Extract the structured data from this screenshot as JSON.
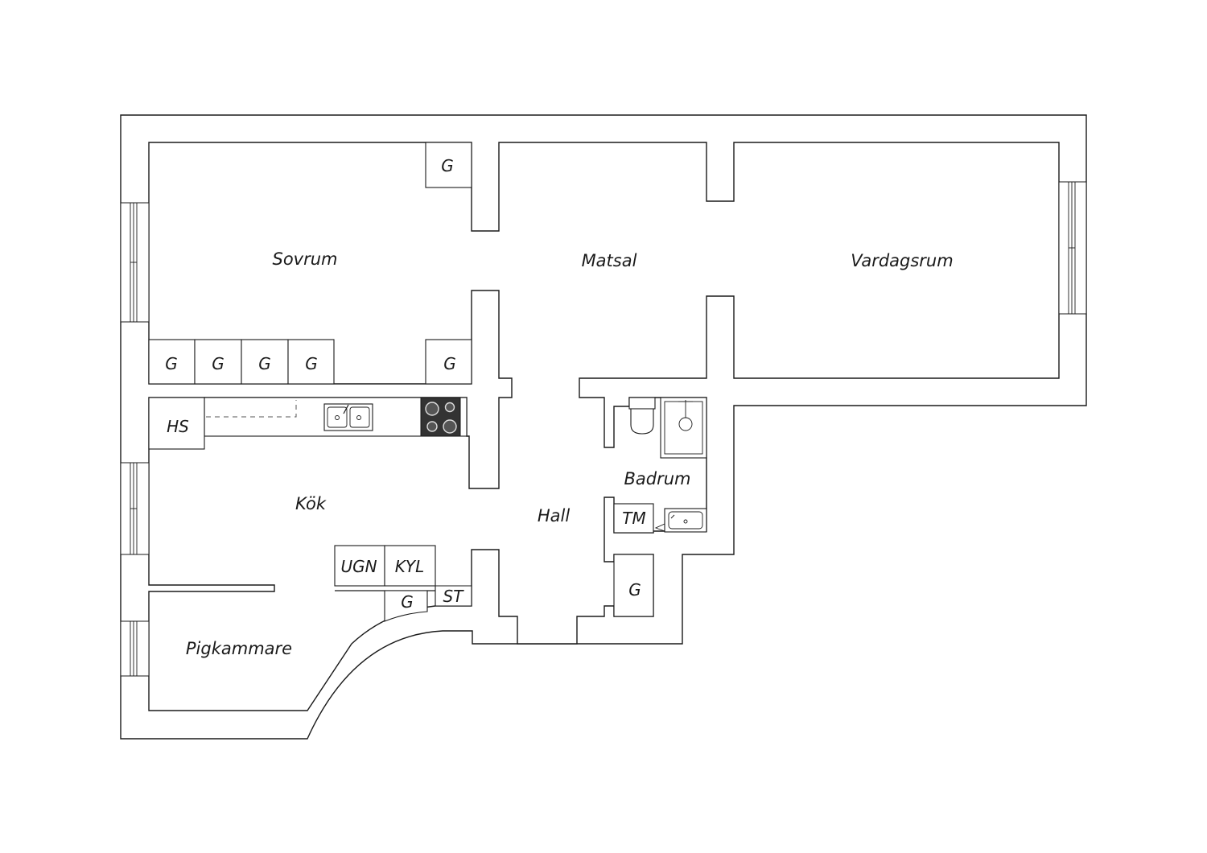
{
  "rooms": {
    "sovrum": "Sovrum",
    "matsal": "Matsal",
    "vardagsrum": "Vardagsrum",
    "kok": "Kök",
    "hall": "Hall",
    "badrum": "Badrum",
    "pigkammare": "Pigkammare"
  },
  "fixtures": {
    "closet": "G",
    "linen_closet": "HS",
    "oven": "UGN",
    "fridge": "KYL",
    "cleaning_cabinet": "ST",
    "washing_machine": "TM"
  },
  "colors": {
    "ink": "#1a1a1a",
    "background": "#ffffff",
    "hob": "#333333"
  }
}
